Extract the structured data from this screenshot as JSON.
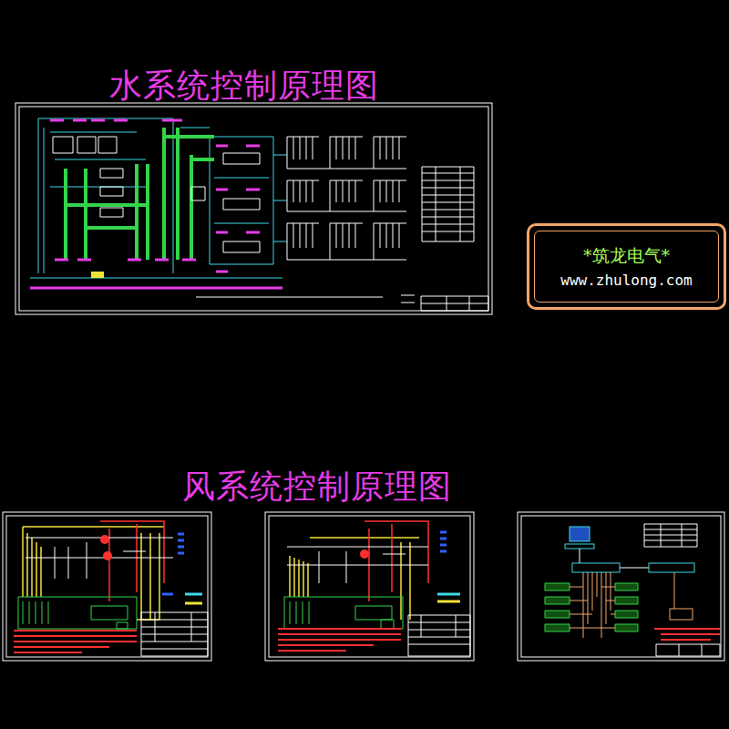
{
  "diagram": {
    "nodes": [
      {
        "text": [
          "*筑龙电气*",
          "www.zhulong.com"
        ]
      }
    ],
    "labels": [
      "水系统控制原理图",
      "风系统控制原理图"
    ]
  }
}
